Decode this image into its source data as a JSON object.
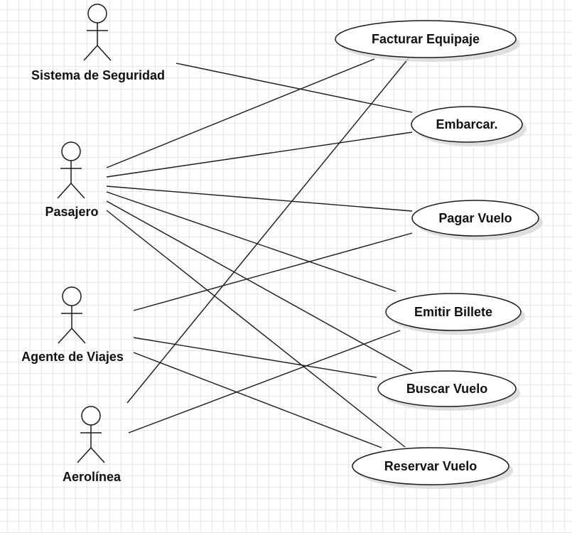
{
  "actors": [
    {
      "id": "sistema_de_seguridad",
      "label": "Sistema de Seguridad"
    },
    {
      "id": "pasajero",
      "label": "Pasajero"
    },
    {
      "id": "agente_de_viajes",
      "label": "Agente de Viajes"
    },
    {
      "id": "aerolinea",
      "label": "Aerolínea"
    }
  ],
  "use_cases": [
    {
      "id": "facturar_equipaje",
      "label": "Facturar Equipaje"
    },
    {
      "id": "embarcar",
      "label": "Embarcar."
    },
    {
      "id": "pagar_vuelo",
      "label": "Pagar Vuelo"
    },
    {
      "id": "emitir_billete",
      "label": "Emitir Billete"
    },
    {
      "id": "buscar_vuelo",
      "label": "Buscar Vuelo"
    },
    {
      "id": "reservar_vuelo",
      "label": "Reservar Vuelo"
    }
  ],
  "associations": [
    {
      "actor": "sistema_de_seguridad",
      "use_case": "embarcar"
    },
    {
      "actor": "pasajero",
      "use_case": "facturar_equipaje"
    },
    {
      "actor": "pasajero",
      "use_case": "embarcar"
    },
    {
      "actor": "pasajero",
      "use_case": "pagar_vuelo"
    },
    {
      "actor": "pasajero",
      "use_case": "emitir_billete"
    },
    {
      "actor": "pasajero",
      "use_case": "buscar_vuelo"
    },
    {
      "actor": "pasajero",
      "use_case": "reservar_vuelo"
    },
    {
      "actor": "agente_de_viajes",
      "use_case": "pagar_vuelo"
    },
    {
      "actor": "agente_de_viajes",
      "use_case": "buscar_vuelo"
    },
    {
      "actor": "agente_de_viajes",
      "use_case": "reservar_vuelo"
    },
    {
      "actor": "aerolinea",
      "use_case": "facturar_equipaje"
    },
    {
      "actor": "aerolinea",
      "use_case": "emitir_billete"
    }
  ]
}
